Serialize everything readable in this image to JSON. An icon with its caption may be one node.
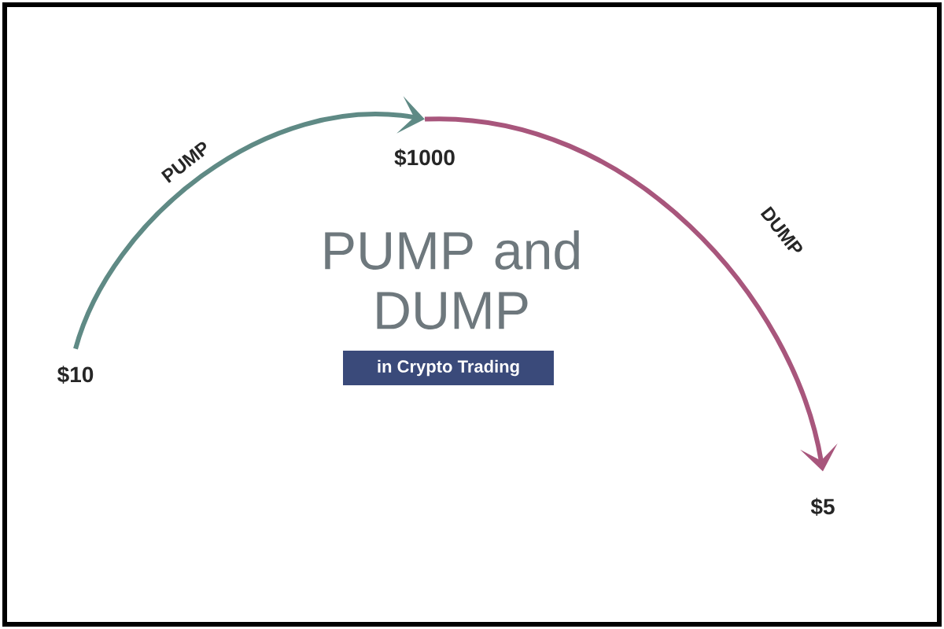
{
  "diagram": {
    "title": "PUMP and DUMP",
    "nodes": [
      {
        "text": [
          "$10"
        ]
      },
      {
        "text": [
          "$1000"
        ]
      },
      {
        "text": [
          "$5"
        ]
      }
    ],
    "edges": [
      {
        "from": 0,
        "to": 1,
        "arrow": "to",
        "label": "PUMP",
        "color": "#5f8a85"
      },
      {
        "from": 1,
        "to": 2,
        "arrow": "to",
        "label": "DUMP",
        "color": "#a8567c"
      }
    ],
    "labels": [
      "in Crypto Trading"
    ]
  }
}
